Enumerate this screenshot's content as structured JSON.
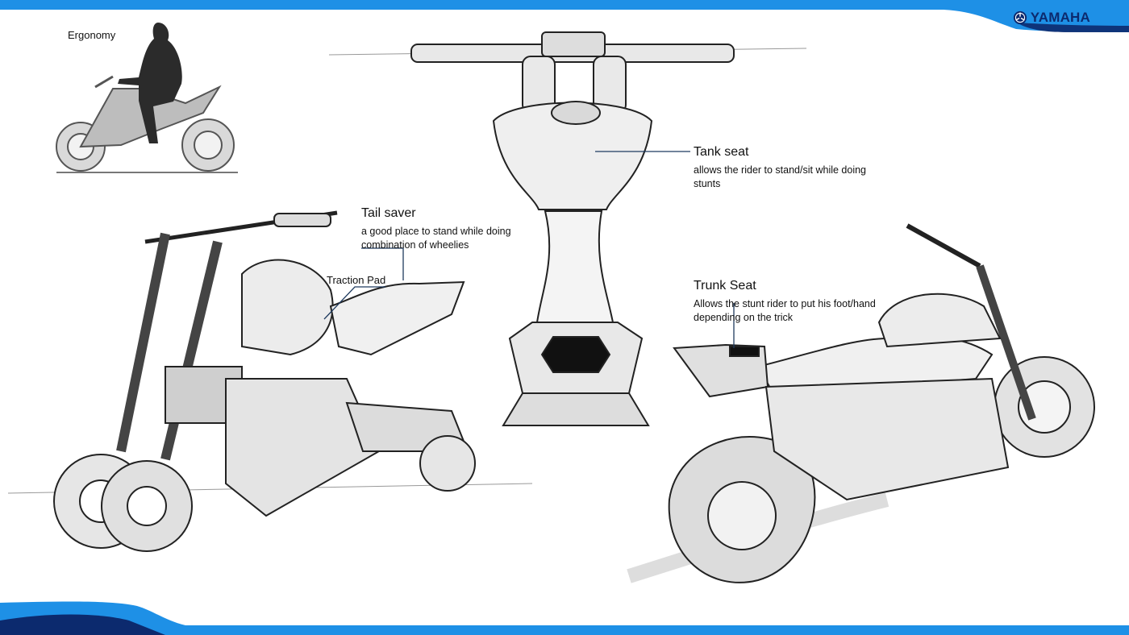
{
  "brand": {
    "name": "YAMAHA",
    "icon": "tuning-fork-emblem-icon"
  },
  "colors": {
    "accent_blue": "#1e90e6",
    "navy": "#0c2a6e",
    "callout_line": "#1f3b5f"
  },
  "ergonomy": {
    "label": "Ergonomy"
  },
  "callouts": {
    "tank_seat": {
      "title": "Tank seat",
      "desc_line1": "allows the rider to stand/sit while doing",
      "desc_line2": "stunts"
    },
    "tail_saver": {
      "title": "Tail saver",
      "desc_line1": "a good place to stand while doing",
      "desc_line2": "combination of wheelies"
    },
    "traction_pad": {
      "title": "Traction Pad"
    },
    "trunk_seat": {
      "title": "Trunk Seat",
      "desc_line1": "Allows the stunt rider to put his foot/hand",
      "desc_line2": "depending on the trick"
    }
  }
}
